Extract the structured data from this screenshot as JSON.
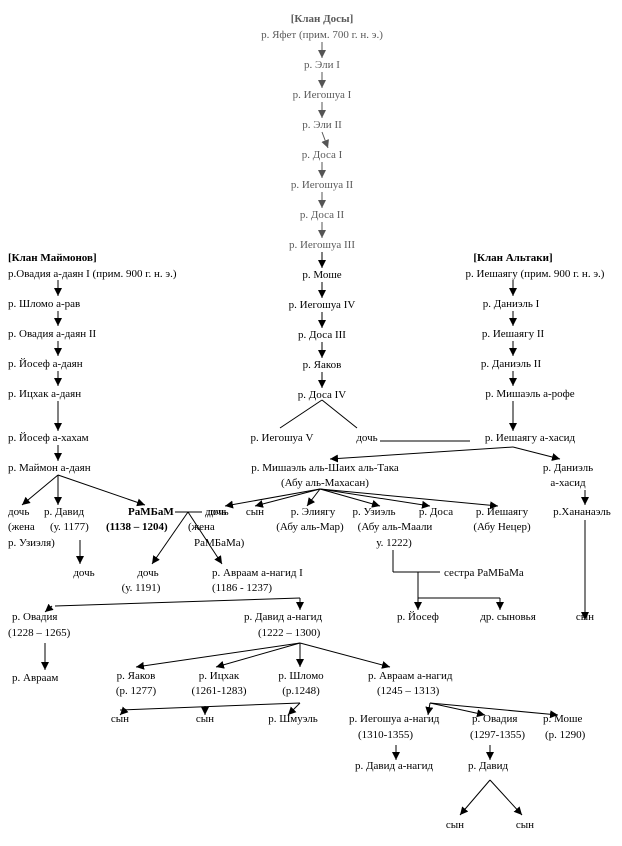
{
  "clans": {
    "dosa": "[Клан Досы]",
    "maimon": "[Клан Маймонов]",
    "altaki": "[Клан Альтаки]"
  },
  "dosa": {
    "yafet": "р. Яфет (прим. 700 г. н. э.)",
    "eli1": "р. Эли I",
    "yeh1": "р. Иегошуа I",
    "eli2": "р. Эли II",
    "dosa1": "р. Доса I",
    "yeh2": "р. Иегошуа II",
    "dosa2": "р. Доса II",
    "yeh3": "р. Иегошуа III",
    "moshe": "р. Моше",
    "yeh4": "р. Иегошуа IV",
    "dosa3": "р. Доса III",
    "yaakov": "р. Яаков",
    "dosa4": "р. Доса IV",
    "yeh5": "р. Иегошуа V",
    "daughter": "дочь"
  },
  "maimon": {
    "ovadia1": "р.Овадия а-даян I (прим. 900 г. н. э.)",
    "shlomo": "р. Шломо а-рав",
    "ovadia2": "р. Овадия а-даян II",
    "yosef1": "р. Йосеф а-даян",
    "itzhak": "р. Ицхак а-даян",
    "yosef2": "р. Йосеф а-хахам",
    "maimon": "р. Маймон а-даян"
  },
  "maimon_children": {
    "doch_a": "дочь",
    "zhena_uziel_a": "(жена",
    "zhena_uziel_b": "р. Узиэля)",
    "david": "р. Давид",
    "david_dates": "(у. 1177)",
    "rambam": "РаМБаМ",
    "rambam_dates": "(1138 – 1204)",
    "doch_b": "дочь",
    "zhena_rambam_a": "(жена",
    "zhena_rambam_b": "РаМБаМа)"
  },
  "david_line": {
    "doch": "дочь"
  },
  "rambam_line": {
    "doch": "дочь",
    "doch_dates": "(у. 1191)",
    "avraam": "р. Авраам а-нагид I",
    "avraam_dates": "(1186 - 1237)"
  },
  "avraam_children": {
    "ovadia": "р. Овадия",
    "ovadia_dates": "(1228 – 1265)",
    "avraam": "р. Авраам",
    "david": "р. Давид а-нагид",
    "david_dates": "(1222 – 1300)"
  },
  "david_children": {
    "yaakov": "р. Яаков",
    "yaakov_dates": "(р. 1277)",
    "itzhak": "р. Ицхак",
    "itzhak_dates": "(1261-1283)",
    "shlomo": "р. Шломо",
    "shlomo_dates": "(р.1248)",
    "avraam": "р. Авраам  а-нагид",
    "avraam_dates": "(1245 – 1313)"
  },
  "shlomo_children": {
    "son1": "сын",
    "son2": "сын",
    "shmuel": "р. Шмуэль"
  },
  "avraam2_children": {
    "yeh": "р. Иегошуа а-нагид",
    "yeh_dates": "(1310-1355)",
    "ovadia": "р. Овадия",
    "ovadia_dates": "(1297-1355)",
    "moshe": "р. Моше",
    "moshe_dates": "(р. 1290)"
  },
  "later": {
    "david_nagid": "р. Давид а-нагид",
    "david": "р. Давид",
    "son1": "сын",
    "son2": "сын"
  },
  "altaki": {
    "yeshayahu1": "р. Иешаягу (прим. 900 г. н. э.)",
    "daniel1": "р. Даниэль I",
    "yeshayahu2": "р. Иешаягу II",
    "daniel2": "р. Даниэль II",
    "mishael": "р. Мишаэль а-рофе",
    "yeshayahu_hasid": "р. Иешаягу а-хасид"
  },
  "mishael_line": {
    "name": "р. Мишаэль аль-Шаих аль-Така",
    "alias": "(Абу аль-Махасан)",
    "doch": "дочь",
    "syn": "сын",
    "eliyahu": "р. Элиягу",
    "eliyahu_alias": "(Абу аль-Мар)",
    "uziel": "р. Узиэль",
    "uziel_alias": "(Абу аль-Маали",
    "uziel_death": "у. 1222)",
    "dosa": "р. Доса",
    "yeshayahu": "р. Иешаягу",
    "yeshayahu_alias": "(Абу Нецер)"
  },
  "daniel_hasid": {
    "line1": "р. Даниэль",
    "line2": "а-хасид",
    "hananel": "р.Хананаэль",
    "son": "сын"
  },
  "uziel_children": {
    "sister": "сестра РаМБаМа",
    "yosef": "р. Йосеф",
    "other_sons": "др. сыновья"
  }
}
